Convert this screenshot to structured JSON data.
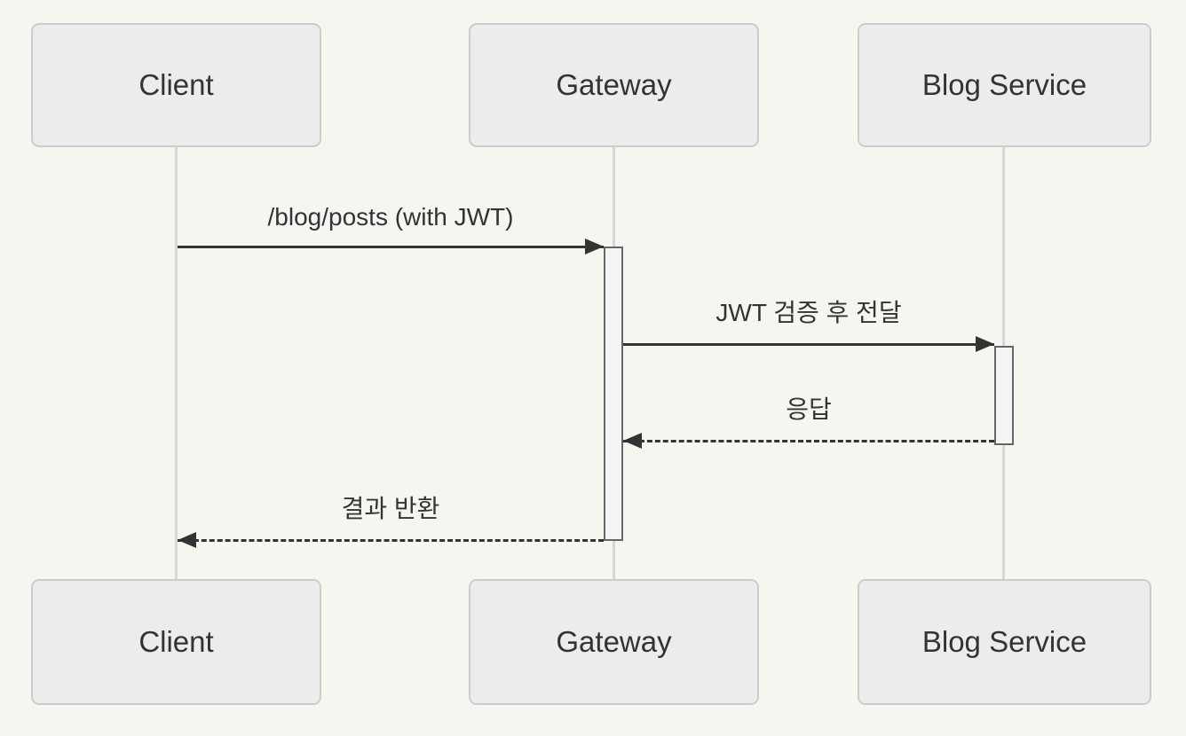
{
  "diagram": {
    "type": "sequence",
    "actors": [
      {
        "id": "client",
        "label": "Client"
      },
      {
        "id": "gateway",
        "label": "Gateway"
      },
      {
        "id": "blog-service",
        "label": "Blog Service"
      }
    ],
    "messages": [
      {
        "from": "Client",
        "to": "Gateway",
        "label": "/blog/posts (with JWT)",
        "line": "solid",
        "arrow": "right"
      },
      {
        "from": "Gateway",
        "to": "Blog Service",
        "label": "JWT 검증 후 전달",
        "line": "solid",
        "arrow": "right"
      },
      {
        "from": "Blog Service",
        "to": "Gateway",
        "label": "응답",
        "line": "dashed",
        "arrow": "left"
      },
      {
        "from": "Gateway",
        "to": "Client",
        "label": "결과 반환",
        "line": "dashed",
        "arrow": "left"
      }
    ],
    "activations": [
      {
        "actor": "Gateway"
      },
      {
        "actor": "Blog Service"
      }
    ],
    "colors": {
      "background": "#f7f5f0",
      "actor_fill": "#ececec",
      "actor_border": "#cccccc",
      "text": "#333333",
      "lifeline": "#d7d7d7",
      "arrow": "#333333",
      "activation_fill": "#f4f4f4",
      "activation_border": "#666666"
    }
  }
}
